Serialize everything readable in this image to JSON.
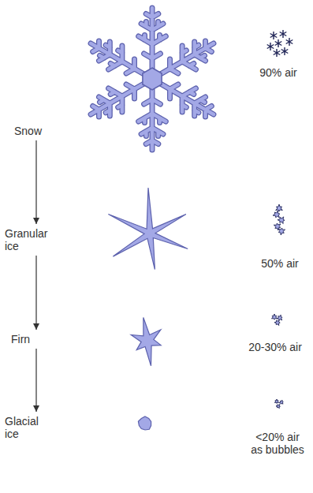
{
  "diagram": {
    "nodes": [
      {
        "text": [
          "Snow"
        ]
      },
      {
        "text": [
          "Granular ice"
        ]
      },
      {
        "text": [
          "Firn"
        ]
      },
      {
        "text": [
          "Glacial ice"
        ]
      }
    ],
    "edges": [
      {
        "from": 0,
        "to": 1,
        "arrow": "to"
      },
      {
        "from": 1,
        "to": 2,
        "arrow": "to"
      },
      {
        "from": 2,
        "to": 3,
        "arrow": "to"
      }
    ],
    "labels": [
      "90% air",
      "50% air",
      "20-30% air",
      "<20% air as bubbles"
    ]
  }
}
